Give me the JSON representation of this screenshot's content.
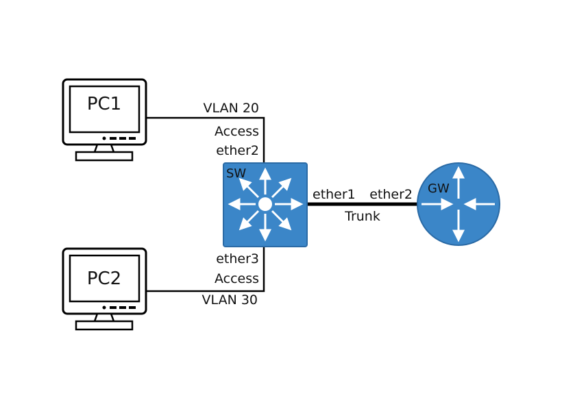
{
  "colors": {
    "device_blue": "#3b86c8",
    "device_border": "#2a6aa5",
    "arrow_white": "#ffffff",
    "line": "#000000"
  },
  "nodes": {
    "pc1": {
      "label": "PC1",
      "icon": "monitor-icon"
    },
    "pc2": {
      "label": "PC2",
      "icon": "monitor-icon"
    },
    "switch": {
      "label": "SW",
      "icon": "layer3-switch-icon"
    },
    "router": {
      "label": "GW",
      "icon": "router-icon"
    }
  },
  "links": {
    "pc1_sw": {
      "vlan": "VLAN 20",
      "mode": "Access",
      "port": "ether2"
    },
    "pc2_sw": {
      "vlan": "VLAN 30",
      "mode": "Access",
      "port": "ether3"
    },
    "sw_gw": {
      "sw_port": "ether1",
      "gw_port": "ether2",
      "mode": "Trunk"
    }
  }
}
